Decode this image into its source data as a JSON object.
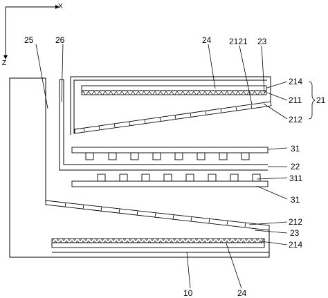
{
  "axes": {
    "x_label": "X",
    "z_label": "Z"
  },
  "labels": {
    "l25": "25",
    "l26": "26",
    "l24_top": "24",
    "l2121": "2121",
    "l23_top": "23",
    "l214_top": "214",
    "l211": "211",
    "l21": "21",
    "l212_top": "212",
    "l31_top": "31",
    "l22": "22",
    "l311": "311",
    "l31_bottom": "31",
    "l212_bottom": "212",
    "l23_bottom": "23",
    "l214_bottom": "214",
    "l10": "10",
    "l24_bottom": "24"
  }
}
